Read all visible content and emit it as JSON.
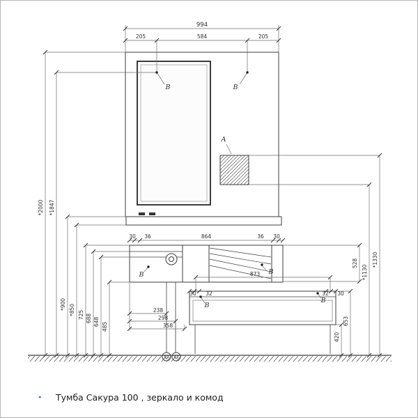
{
  "caption": {
    "bullet": "•",
    "text": "Тумба Сакура 100 , зеркало и комод"
  },
  "callouts": {
    "b": "В",
    "a": "А"
  },
  "dims": {
    "w994": "994",
    "w205l": "205",
    "w584": "584",
    "w205r": "205",
    "h2000": "*2000",
    "h1847": "*1847",
    "h900": "*900",
    "h850": "*850",
    "h725": "725",
    "h688": "688",
    "h648": "648",
    "h485": "485",
    "h1330": "*1330",
    "h1130": "*1130",
    "h528": "528",
    "h653": "653",
    "h420": "420",
    "v30l": "30",
    "v36l": "36",
    "v864": "864",
    "v36r": "36",
    "v30r": "30",
    "c30l": "30",
    "c32l": "32",
    "c873": "873",
    "c32r": "32",
    "c30r": "30",
    "o238": "238",
    "o298": "298",
    "o358": "358"
  }
}
